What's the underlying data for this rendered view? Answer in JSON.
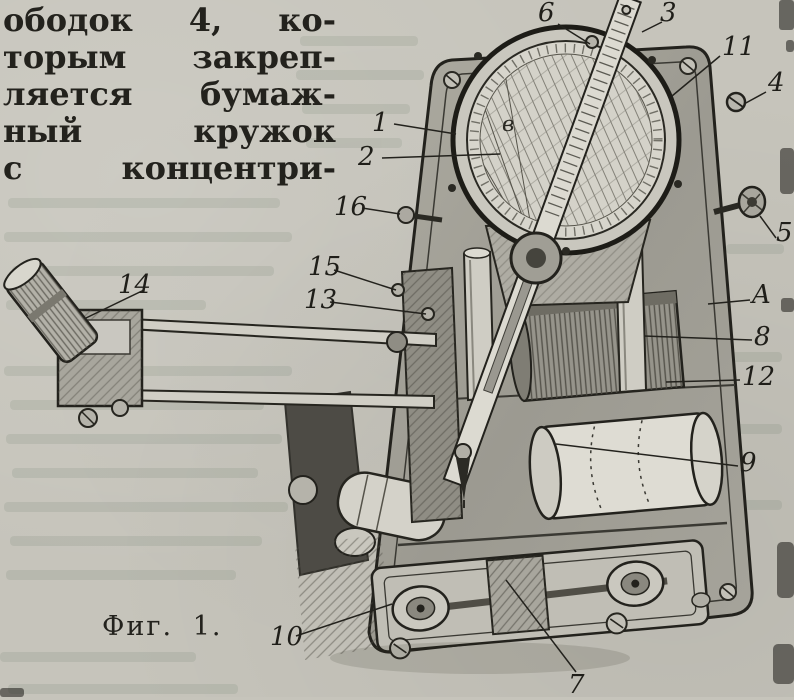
{
  "page": {
    "paper_color": "#c6c4bb",
    "ink_color": "#23221d"
  },
  "text_block": {
    "lines": [
      "ободок 4, ко-",
      "торым закреп-",
      "ляется бумаж-",
      "ный кружок",
      "с концентри-"
    ]
  },
  "figure": {
    "caption": "Фиг. 1.",
    "dial_letter": "в",
    "callouts": [
      "6",
      "3",
      "11",
      "4",
      "1",
      "2",
      "16",
      "5",
      "14",
      "15",
      "13",
      "A",
      "8",
      "12",
      "9",
      "10",
      "7"
    ]
  }
}
